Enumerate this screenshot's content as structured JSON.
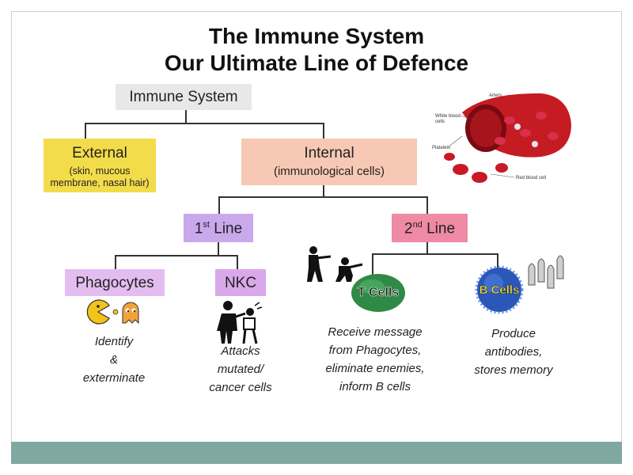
{
  "title": {
    "line1": "The Immune System",
    "line2": "Our Ultimate Line of Defence"
  },
  "nodes": {
    "root": "Immune System",
    "external": {
      "label": "External",
      "detail": "(skin, mucous membrane, nasal hair)"
    },
    "internal": {
      "label": "Internal",
      "detail": "(immunological cells)"
    },
    "first_line": {
      "num": "1",
      "sup": "st",
      "word": "Line"
    },
    "second_line": {
      "num": "2",
      "sup": "nd",
      "word": "Line"
    },
    "phagocytes": "Phagocytes",
    "nkc": "NKC",
    "t_cells": "T Cells",
    "b_cells": "B Cells"
  },
  "descriptions": {
    "phagocytes": [
      "Identify",
      "&",
      "exterminate"
    ],
    "nkc": [
      "Attacks",
      "mutated/",
      "cancer cells"
    ],
    "t_cells": [
      "Receive message",
      "from Phagocytes,",
      "eliminate enemies,",
      "inform B cells"
    ],
    "b_cells": [
      "Produce",
      "antibodies,",
      "stores memory"
    ]
  },
  "artery_labels": {
    "artery": "Artery",
    "wbc1": "White blood",
    "wbc2": "cells",
    "platelets": "Platelets",
    "rbc": "Red blood cell"
  },
  "colors": {
    "external": "#f3dc4a",
    "internal": "#f7c8b4",
    "first_line": "#c9a8ec",
    "second_line": "#ee8aa3",
    "phagocytes": "#e3bdf0",
    "nkc": "#d9a8ea",
    "root": "#e8e8e8",
    "footer": "#7fa8a0"
  }
}
